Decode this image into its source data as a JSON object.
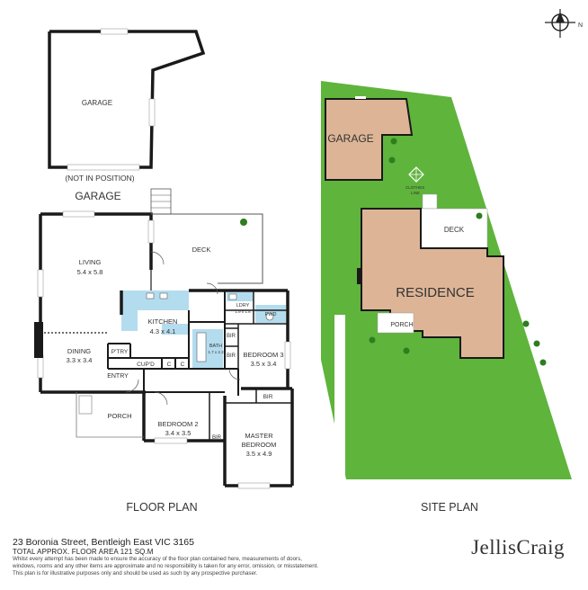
{
  "colors": {
    "wall": "#1a1a1a",
    "blue": "#b4dcef",
    "grass": "#5fb43c",
    "building": "#ddb596",
    "tree": "#2e7d1f",
    "line": "#555555"
  },
  "floor_plan": {
    "title": "FLOOR PLAN",
    "garage_label": "GARAGE",
    "garage_caption": "(NOT IN POSITION)",
    "garage_title": "GARAGE",
    "rooms": {
      "living": "LIVING",
      "living_size": "5.4 x 5.8",
      "deck": "DECK",
      "kitchen": "KITCHEN",
      "kitchen_size": "4.3 x 4.1",
      "dining": "DINING",
      "dining_size": "3.3 x 3.4",
      "ldry": "LDRY",
      "ldry_size": "1.9 x 1.8",
      "pwd": "PWD",
      "bath": "BATH",
      "bath_size": "1.7 x 2.3",
      "bir": "BIR",
      "bedroom3": "BEDROOM 3",
      "bedroom3_size": "3.5 x 3.4",
      "pantry": "P'TRY",
      "cupd": "CUP'D",
      "c": "C",
      "entry": "ENTRY",
      "porch": "PORCH",
      "bedroom2": "BEDROOM 2",
      "bedroom2_size": "3.4 x 3.5",
      "master": "MASTER",
      "master2": "BEDROOM",
      "master_size": "3.5 x 4.9"
    }
  },
  "site_plan": {
    "title": "SITE PLAN",
    "garage": "GARAGE",
    "clothes": "CLOTHES",
    "line": "LINE",
    "deck": "DECK",
    "residence": "RESIDENCE",
    "porch": "PORCH"
  },
  "compass": {
    "label": "N",
    "icon": "north-arrow-icon"
  },
  "footer": {
    "address": "23 Boronia Street, Bentleigh East VIC 3165",
    "area": "TOTAL APPROX. FLOOR AREA 121 SQ.M",
    "disclaimer1": "Whilst every attempt has been made to ensure the accuracy of the floor plan contained here, measurements of doors,",
    "disclaimer2": "windows, rooms and any other items are approximate and no responsibility is taken for any error, omission, or misstatement.",
    "disclaimer3": "This plan is for illustrative purposes only and should be used as such by any prospective purchaser."
  },
  "brand": "JellisCraig"
}
